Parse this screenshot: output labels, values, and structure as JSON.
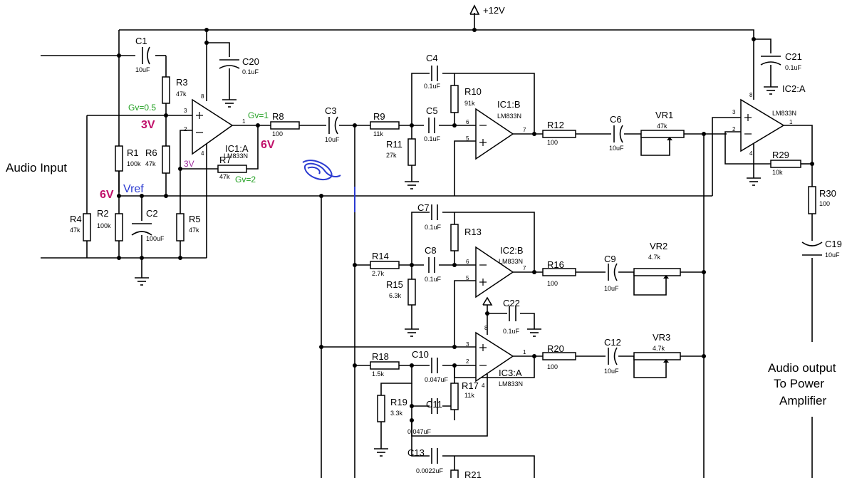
{
  "power_label": "+12V",
  "texts": [
    {
      "name": "audio-input-label",
      "text": "Audio Input",
      "cls": "big"
    },
    {
      "name": "audio-output-label-1",
      "text": "Audio output",
      "cls": "big"
    },
    {
      "name": "audio-output-label-2",
      "text": "To Power",
      "cls": "big"
    },
    {
      "name": "audio-output-label-3",
      "text": "Amplifier",
      "cls": "big"
    },
    {
      "name": "ic1a-ref",
      "text": "IC1:A",
      "cls": "ref"
    },
    {
      "name": "ic1a-part",
      "text": "LM833N",
      "cls": "val"
    },
    {
      "name": "ic1b-ref",
      "text": "IC1:B",
      "cls": "ref"
    },
    {
      "name": "ic1b-part",
      "text": "LM833N",
      "cls": "val"
    },
    {
      "name": "ic2a-ref",
      "text": "IC2:A",
      "cls": "ref"
    },
    {
      "name": "ic2a-part",
      "text": "LM833N",
      "cls": "val"
    },
    {
      "name": "ic2b-ref",
      "text": "IC2:B",
      "cls": "ref"
    },
    {
      "name": "ic2b-part",
      "text": "LM833N",
      "cls": "val"
    },
    {
      "name": "ic3a-ref",
      "text": "IC3:A",
      "cls": "ref"
    },
    {
      "name": "ic3a-part",
      "text": "LM833N",
      "cls": "val"
    },
    {
      "name": "c1-ref",
      "text": "C1",
      "cls": "ref"
    },
    {
      "name": "c1-val",
      "text": "10uF",
      "cls": "val"
    },
    {
      "name": "c20-ref",
      "text": "C20",
      "cls": "ref"
    },
    {
      "name": "c20-val",
      "text": "0.1uF",
      "cls": "val"
    },
    {
      "name": "c21-ref",
      "text": "C21",
      "cls": "ref"
    },
    {
      "name": "c21-val",
      "text": "0.1uF",
      "cls": "val"
    },
    {
      "name": "c2-ref",
      "text": "C2",
      "cls": "ref"
    },
    {
      "name": "c2-val",
      "text": "100uF",
      "cls": "val"
    },
    {
      "name": "c3-ref",
      "text": "C3",
      "cls": "ref"
    },
    {
      "name": "c3-val",
      "text": "10uF",
      "cls": "val"
    },
    {
      "name": "c4-ref",
      "text": "C4",
      "cls": "ref"
    },
    {
      "name": "c4-val",
      "text": "0.1uF",
      "cls": "val"
    },
    {
      "name": "c5-ref",
      "text": "C5",
      "cls": "ref"
    },
    {
      "name": "c5-val",
      "text": "0.1uF",
      "cls": "val"
    },
    {
      "name": "c6-ref",
      "text": "C6",
      "cls": "ref"
    },
    {
      "name": "c6-val",
      "text": "10uF",
      "cls": "val"
    },
    {
      "name": "c19-ref",
      "text": "C19",
      "cls": "ref"
    },
    {
      "name": "c19-val",
      "text": "10uF",
      "cls": "val"
    },
    {
      "name": "c7-ref",
      "text": "C7",
      "cls": "ref"
    },
    {
      "name": "c7-val",
      "text": "0.1uF",
      "cls": "val"
    },
    {
      "name": "c8-ref",
      "text": "C8",
      "cls": "ref"
    },
    {
      "name": "c8-val",
      "text": "0.1uF",
      "cls": "val"
    },
    {
      "name": "c9-ref",
      "text": "C9",
      "cls": "ref"
    },
    {
      "name": "c9-val",
      "text": "10uF",
      "cls": "val"
    },
    {
      "name": "c22-ref",
      "text": "C22",
      "cls": "ref"
    },
    {
      "name": "c22-val",
      "text": "0.1uF",
      "cls": "val"
    },
    {
      "name": "c10-ref",
      "text": "C10",
      "cls": "ref"
    },
    {
      "name": "c10-val",
      "text": "0.047uF",
      "cls": "val"
    },
    {
      "name": "c11-ref",
      "text": "C11",
      "cls": "ref"
    },
    {
      "name": "c11-val",
      "text": "0.047uF",
      "cls": "val"
    },
    {
      "name": "c12-ref",
      "text": "C12",
      "cls": "ref"
    },
    {
      "name": "c12-val",
      "text": "10uF",
      "cls": "val"
    },
    {
      "name": "c13-ref",
      "text": "C13",
      "cls": "ref"
    },
    {
      "name": "c13-val",
      "text": "0.0022uF",
      "cls": "val"
    },
    {
      "name": "r1-ref",
      "text": "R1",
      "cls": "ref"
    },
    {
      "name": "r1-val",
      "text": "100k",
      "cls": "val"
    },
    {
      "name": "r2-ref",
      "text": "R2",
      "cls": "ref"
    },
    {
      "name": "r2-val",
      "text": "100k",
      "cls": "val"
    },
    {
      "name": "r3-ref",
      "text": "R3",
      "cls": "ref"
    },
    {
      "name": "r3-val",
      "text": "47k",
      "cls": "val"
    },
    {
      "name": "r4-ref",
      "text": "R4",
      "cls": "ref"
    },
    {
      "name": "r4-val",
      "text": "47k",
      "cls": "val"
    },
    {
      "name": "r5-ref",
      "text": "R5",
      "cls": "ref"
    },
    {
      "name": "r5-val",
      "text": "47k",
      "cls": "val"
    },
    {
      "name": "r6-ref",
      "text": "R6",
      "cls": "ref"
    },
    {
      "name": "r6-val",
      "text": "47k",
      "cls": "val"
    },
    {
      "name": "r7-ref",
      "text": "R7",
      "cls": "ref"
    },
    {
      "name": "r7-val",
      "text": "47k",
      "cls": "val"
    },
    {
      "name": "r8-ref",
      "text": "R8",
      "cls": "ref"
    },
    {
      "name": "r8-val",
      "text": "100",
      "cls": "val"
    },
    {
      "name": "r9-ref",
      "text": "R9",
      "cls": "ref"
    },
    {
      "name": "r9-val",
      "text": "11k",
      "cls": "val"
    },
    {
      "name": "r10-ref",
      "text": "R10",
      "cls": "ref"
    },
    {
      "name": "r10-val",
      "text": "91k",
      "cls": "val"
    },
    {
      "name": "r11-ref",
      "text": "R11",
      "cls": "ref"
    },
    {
      "name": "r11-val",
      "text": "27k",
      "cls": "val"
    },
    {
      "name": "r12-ref",
      "text": "R12",
      "cls": "ref"
    },
    {
      "name": "r12-val",
      "text": "100",
      "cls": "val"
    },
    {
      "name": "r29-ref",
      "text": "R29",
      "cls": "ref"
    },
    {
      "name": "r29-val",
      "text": "10k",
      "cls": "val"
    },
    {
      "name": "r30-ref",
      "text": "R30",
      "cls": "ref"
    },
    {
      "name": "r30-val",
      "text": "100",
      "cls": "val"
    },
    {
      "name": "r13-ref",
      "text": "R13",
      "cls": "ref"
    },
    {
      "name": "r14-ref",
      "text": "R14",
      "cls": "ref"
    },
    {
      "name": "r14-val",
      "text": "2.7k",
      "cls": "val"
    },
    {
      "name": "r15-ref",
      "text": "R15",
      "cls": "ref"
    },
    {
      "name": "r15-val",
      "text": "6.3k",
      "cls": "val"
    },
    {
      "name": "r16-ref",
      "text": "R16",
      "cls": "ref"
    },
    {
      "name": "r16-val",
      "text": "100",
      "cls": "val"
    },
    {
      "name": "r17-ref",
      "text": "R17",
      "cls": "ref"
    },
    {
      "name": "r17-val",
      "text": "11k",
      "cls": "val"
    },
    {
      "name": "r18-ref",
      "text": "R18",
      "cls": "ref"
    },
    {
      "name": "r18-val",
      "text": "1.5k",
      "cls": "val"
    },
    {
      "name": "r19-ref",
      "text": "R19",
      "cls": "ref"
    },
    {
      "name": "r19-val",
      "text": "3.3k",
      "cls": "val"
    },
    {
      "name": "r20-ref",
      "text": "R20",
      "cls": "ref"
    },
    {
      "name": "r20-val",
      "text": "100",
      "cls": "val"
    },
    {
      "name": "r21-ref",
      "text": "R21",
      "cls": "ref"
    },
    {
      "name": "vr1-ref",
      "text": "VR1",
      "cls": "ref"
    },
    {
      "name": "vr1-val",
      "text": "47k",
      "cls": "val"
    },
    {
      "name": "vr2-ref",
      "text": "VR2",
      "cls": "ref"
    },
    {
      "name": "vr2-val",
      "text": "4.7k",
      "cls": "val"
    },
    {
      "name": "vr3-ref",
      "text": "VR3",
      "cls": "ref"
    },
    {
      "name": "vr3-val",
      "text": "4.7k",
      "cls": "val"
    },
    {
      "name": "pin-ic1a-8",
      "text": "8",
      "cls": "pin"
    },
    {
      "name": "pin-ic1a-3",
      "text": "3",
      "cls": "pin"
    },
    {
      "name": "pin-ic1a-2",
      "text": "2",
      "cls": "pin"
    },
    {
      "name": "pin-ic1a-1",
      "text": "1",
      "cls": "pin"
    },
    {
      "name": "pin-ic1a-4",
      "text": "4",
      "cls": "pin"
    },
    {
      "name": "pin-ic1b-6",
      "text": "6",
      "cls": "pin"
    },
    {
      "name": "pin-ic1b-5",
      "text": "5",
      "cls": "pin"
    },
    {
      "name": "pin-ic1b-7",
      "text": "7",
      "cls": "pin"
    },
    {
      "name": "pin-ic2a-8",
      "text": "8",
      "cls": "pin"
    },
    {
      "name": "pin-ic2a-3",
      "text": "3",
      "cls": "pin"
    },
    {
      "name": "pin-ic2a-2",
      "text": "2",
      "cls": "pin"
    },
    {
      "name": "pin-ic2a-1",
      "text": "1",
      "cls": "pin"
    },
    {
      "name": "pin-ic2a-4",
      "text": "4",
      "cls": "pin"
    },
    {
      "name": "pin-ic2b-6",
      "text": "6",
      "cls": "pin"
    },
    {
      "name": "pin-ic2b-5",
      "text": "5",
      "cls": "pin"
    },
    {
      "name": "pin-ic2b-7",
      "text": "7",
      "cls": "pin"
    },
    {
      "name": "pin-ic3a-8",
      "text": "8",
      "cls": "pin"
    },
    {
      "name": "pin-ic3a-3",
      "text": "3",
      "cls": "pin"
    },
    {
      "name": "pin-ic3a-2",
      "text": "2",
      "cls": "pin"
    },
    {
      "name": "pin-ic3a-1",
      "text": "1",
      "cls": "pin"
    },
    {
      "name": "pin-ic3a-4",
      "text": "4",
      "cls": "pin"
    },
    {
      "name": "note-gv-05",
      "text": "Gv=0.5",
      "cls": "green"
    },
    {
      "name": "note-gv-1",
      "text": "Gv=1",
      "cls": "green"
    },
    {
      "name": "note-gv-2",
      "text": "Gv=2",
      "cls": "green"
    },
    {
      "name": "note-3v-plus",
      "text": "3V",
      "cls": "mag"
    },
    {
      "name": "note-6v-out",
      "text": "6V",
      "cls": "mag"
    },
    {
      "name": "note-6v-ref",
      "text": "6V",
      "cls": "mag"
    },
    {
      "name": "note-3v-minus",
      "text": "3V",
      "cls": "purple"
    },
    {
      "name": "note-vref",
      "text": "Vref",
      "cls": "blue"
    }
  ]
}
